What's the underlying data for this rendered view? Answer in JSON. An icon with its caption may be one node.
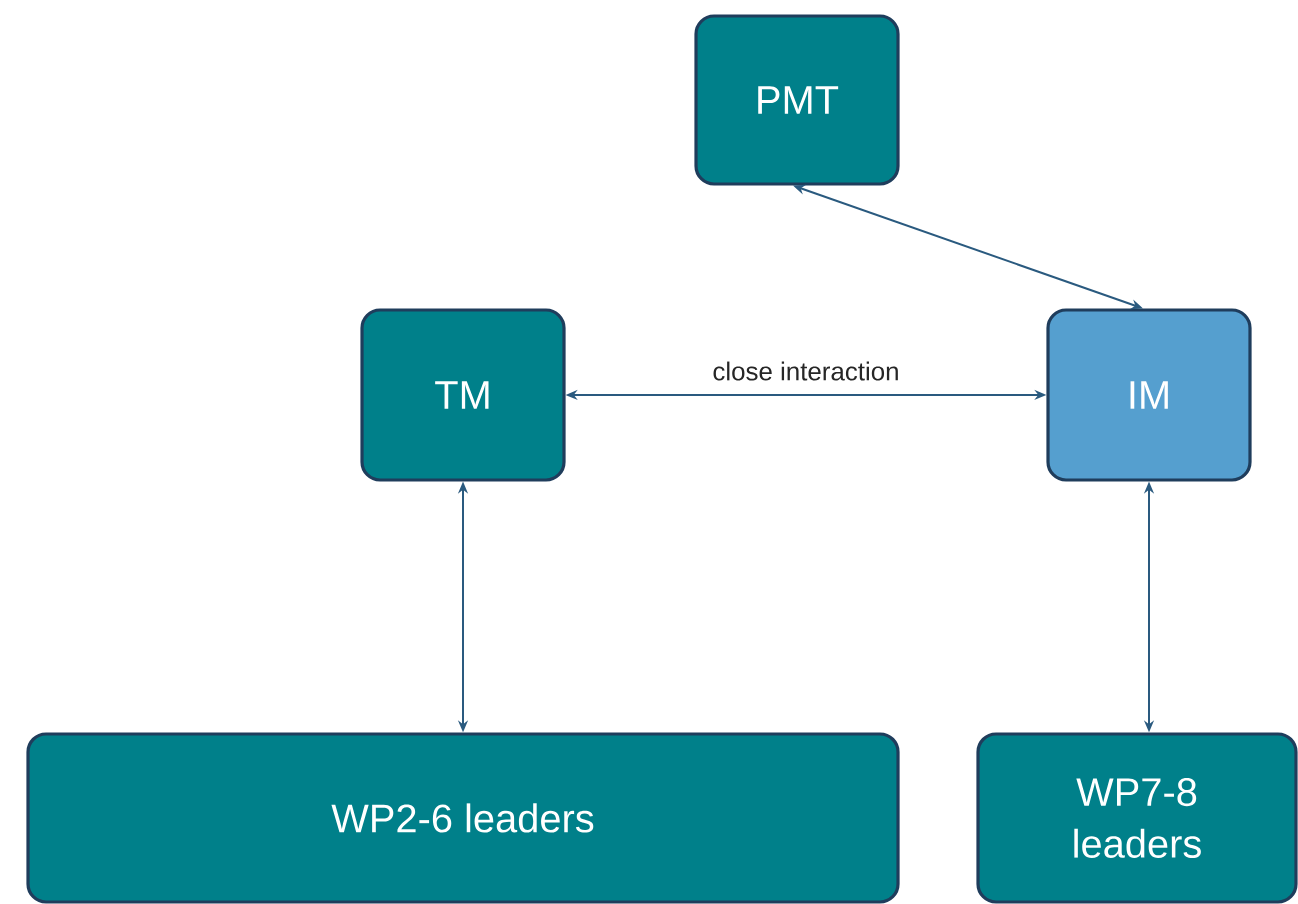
{
  "diagram": {
    "nodes": [
      {
        "text": [
          "PMT"
        ]
      },
      {
        "text": [
          "TM"
        ]
      },
      {
        "text": [
          "IM"
        ]
      },
      {
        "text": [
          "WP2-6 leaders"
        ]
      },
      {
        "text": [
          "WP7-8 leaders"
        ]
      }
    ],
    "edges": [
      {
        "from": 0,
        "to": 2,
        "arrow": "both"
      },
      {
        "from": 1,
        "to": 2,
        "arrow": "both",
        "label": "close interaction"
      },
      {
        "from": 1,
        "to": 3,
        "arrow": "both"
      },
      {
        "from": 2,
        "to": 4,
        "arrow": "both"
      }
    ]
  }
}
